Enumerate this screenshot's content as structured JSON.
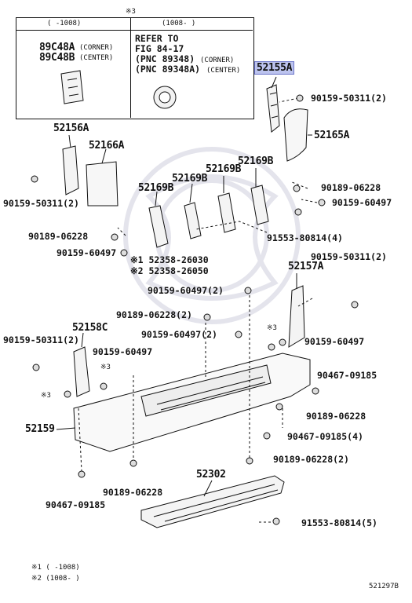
{
  "inset": {
    "mark": "※3",
    "col_left_header": "(     -1008)",
    "col_right_header": "(1008-     )",
    "left_part_a": "89C48A",
    "left_part_a_note": "(CORNER)",
    "left_part_b": "89C48B",
    "left_part_b_note": "(CENTER)",
    "right_line1": "REFER TO",
    "right_line2": "FIG 84-17",
    "right_line3": "(PNC 89348)",
    "right_line3_note": "(CORNER)",
    "right_line4": "(PNC 89348A)",
    "right_line4_note": "(CENTER)"
  },
  "parts": {
    "p52155A": "52155A",
    "p90159_50311_a": "90159-50311(2)",
    "p52165A": "52165A",
    "p52156A": "52156A",
    "p52166A": "52166A",
    "p52169B_1": "52169B",
    "p52169B_2": "52169B",
    "p52169B_3": "52169B",
    "p52169B_4": "52169B",
    "p90189_06228_r": "90189-06228",
    "p90159_60497_r": "90159-60497",
    "p90159_50311_b": "90159-50311(2)",
    "p91553_80814_4": "91553-80814(4)",
    "p90189_06228_l": "90189-06228",
    "p90159_60497_l": "90159-60497",
    "p52358_26030": "※1 52358-26030",
    "p52358_26050": "※2 52358-26050",
    "p90159_50311_c": "90159-50311(2)",
    "p52157A": "52157A",
    "p90159_60497_2": "90159-60497(2)",
    "p90189_06228_2a": "90189-06228(2)",
    "p52158C": "52158C",
    "p90159_60497_2b": "90159-60497(2)",
    "p90159_50311_d": "90159-50311(2)",
    "p90159_60497_c": "90159-60497",
    "p90159_60497_d": "90159-60497",
    "mark3_a": "※3",
    "mark3_b": "※3",
    "mark3_c": "※3",
    "p90467_09185_r": "90467-09185",
    "p90189_06228_m": "90189-06228",
    "p52159": "52159",
    "p90467_09185_4": "90467-09185(4)",
    "p90189_06228_2b": "90189-06228(2)",
    "p52302": "52302",
    "p90189_06228_b": "90189-06228",
    "p90467_09185_b": "90467-09185",
    "p91553_80814_5": "91553-80814(5)"
  },
  "footnotes": {
    "note1": "※1 (    -1008)",
    "note2": "※2 (1008-    )"
  },
  "figure_id": "521297B",
  "colors": {
    "highlight": "#bcc3ee",
    "line": "#111111",
    "watermark": "#e6e6ee"
  }
}
